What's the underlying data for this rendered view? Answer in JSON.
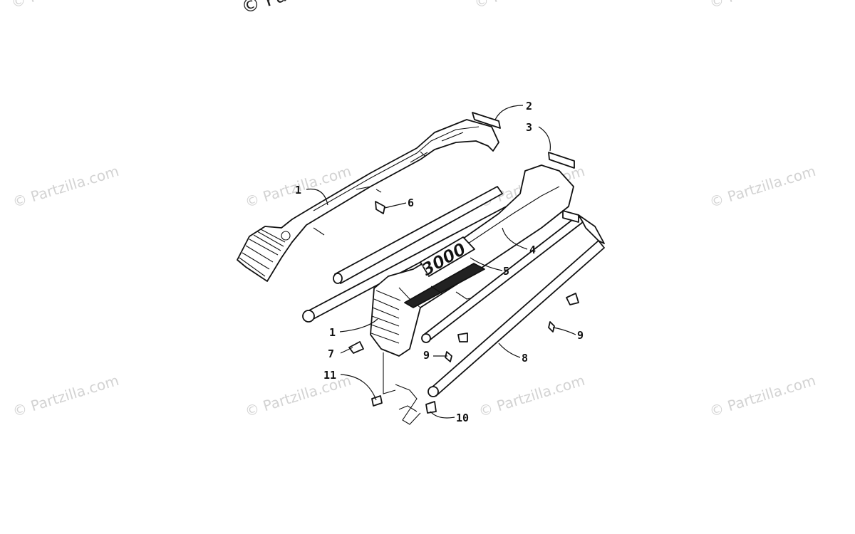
{
  "watermark": {
    "text": "© Partzilla.com",
    "top_partial": "© Pa"
  },
  "diagram": {
    "decal_text": "3000",
    "callouts": [
      {
        "id": "c1a",
        "label": "1"
      },
      {
        "id": "c2",
        "label": "2"
      },
      {
        "id": "c3",
        "label": "3"
      },
      {
        "id": "c6",
        "label": "6"
      },
      {
        "id": "c4",
        "label": "4"
      },
      {
        "id": "c5",
        "label": "5"
      },
      {
        "id": "c1b",
        "label": "1"
      },
      {
        "id": "c7",
        "label": "7"
      },
      {
        "id": "c9a",
        "label": "9"
      },
      {
        "id": "c9b",
        "label": "9"
      },
      {
        "id": "c8",
        "label": "8"
      },
      {
        "id": "c11",
        "label": "11"
      },
      {
        "id": "c10",
        "label": "10"
      }
    ]
  }
}
